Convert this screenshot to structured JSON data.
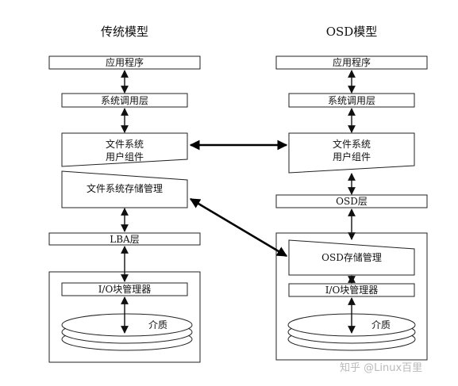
{
  "titles": {
    "left": "传统模型",
    "right": "OSD模型"
  },
  "left": {
    "app": "应用程序",
    "syscall": "系统调用层",
    "fs_user_line1": "文件系统",
    "fs_user_line2": "用户组件",
    "fs_storage": "文件系统存储管理",
    "lba": "LBA层",
    "block_mgr": "I/O块管理器",
    "media": "介质"
  },
  "right": {
    "app": "应用程序",
    "syscall": "系统调用层",
    "fs_user_line1": "文件系统",
    "fs_user_line2": "用户组件",
    "osd_layer": "OSD层",
    "osd_storage": "OSD存储管理",
    "block_mgr": "I/O块管理器",
    "media": "介质"
  },
  "watermark": "知乎 @Linux百里"
}
